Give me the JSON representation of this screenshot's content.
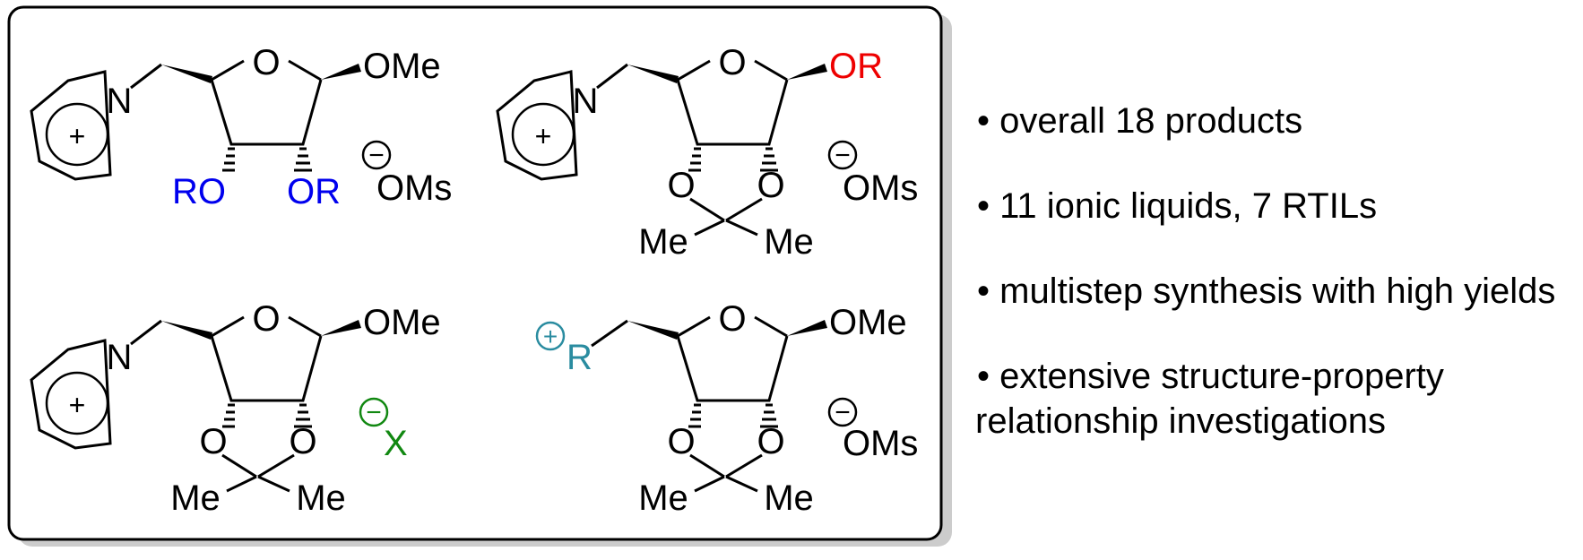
{
  "colors": {
    "text": "#000000",
    "blue": "#0000ee",
    "red": "#ee0000",
    "green": "#118811",
    "teal": "#2a8ca0",
    "shadow": "#cccccc"
  },
  "structures": [
    {
      "anomeric_substituent": "OMe",
      "hydroxyl_left": "RO",
      "hydroxyl_right": "OR",
      "anion": "OMs",
      "ring_oxygen": "O",
      "nitrogen": "N",
      "cation_charge": "+",
      "anion_charge": "−"
    },
    {
      "anomeric_substituent": "OR",
      "acetonide_o_left": "O",
      "acetonide_o_right": "O",
      "methyl_left": "Me",
      "methyl_right": "Me",
      "anion": "OMs",
      "ring_oxygen": "O",
      "nitrogen": "N",
      "cation_charge": "+",
      "anion_charge": "−"
    },
    {
      "anomeric_substituent": "OMe",
      "acetonide_o_left": "O",
      "acetonide_o_right": "O",
      "methyl_left": "Me",
      "methyl_right": "Me",
      "anion": "X",
      "ring_oxygen": "O",
      "nitrogen": "N",
      "cation_charge": "+",
      "anion_charge": "−"
    },
    {
      "anomeric_substituent": "OMe",
      "acetonide_o_left": "O",
      "acetonide_o_right": "O",
      "methyl_left": "Me",
      "methyl_right": "Me",
      "anion": "OMs",
      "ring_oxygen": "O",
      "cation_group": "R",
      "cation_charge": "+",
      "anion_charge": "−"
    }
  ],
  "bullets": [
    {
      "lines": [
        "• overall 18 products"
      ]
    },
    {
      "lines": [
        "• 11 ionic liquids, 7 RTILs"
      ]
    },
    {
      "lines": [
        "• multistep synthesis with high yields"
      ]
    },
    {
      "lines": [
        "• extensive structure-property",
        "relationship investigations"
      ]
    }
  ]
}
